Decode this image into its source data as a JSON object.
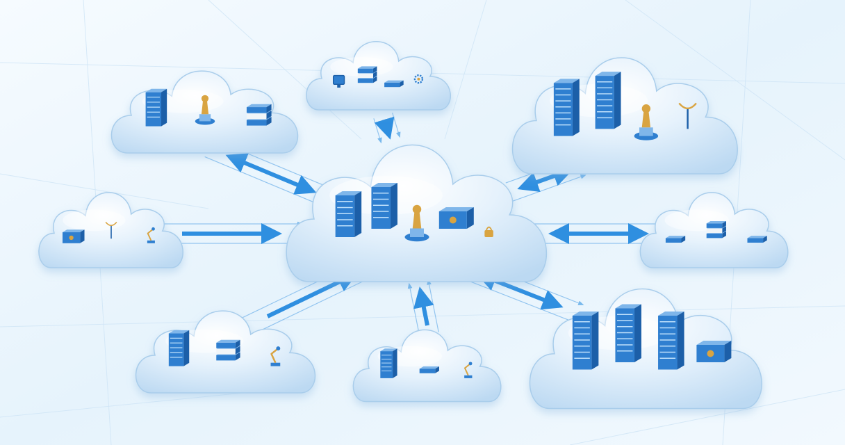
{
  "diagram": {
    "topology": "hub-and-spoke",
    "colors": {
      "background_light": "#f4fafe",
      "background_mid": "#e3f1fb",
      "cloud_fill": "#dcecfa",
      "cloud_edge": "#a9cdeb",
      "arrow": "#2f8fe0",
      "server_front": "#2f7fd0",
      "server_side": "#1c5fa8",
      "server_top": "#7fb6ea",
      "accent_gold": "#d9a441"
    },
    "hub": {
      "name": "central-cloud",
      "icons": [
        "server-rack-icon",
        "server-rack-icon",
        "chess-piece-icon",
        "firewall-box-icon",
        "padlock-icon"
      ]
    },
    "nodes": [
      {
        "name": "cloud-top-left",
        "icons": [
          "server-rack-icon",
          "chess-piece-icon",
          "server-stack-icon"
        ]
      },
      {
        "name": "cloud-top-center",
        "icons": [
          "monitor-icon",
          "server-stack-icon",
          "storage-box-icon",
          "gear-icon"
        ]
      },
      {
        "name": "cloud-top-right",
        "icons": [
          "server-tower-icon",
          "server-tower-icon",
          "lighthouse-icon",
          "satellite-dish-icon"
        ]
      },
      {
        "name": "cloud-middle-left",
        "icons": [
          "router-icon",
          "antenna-icon",
          "lamp-icon"
        ]
      },
      {
        "name": "cloud-middle-right",
        "icons": [
          "storage-box-icon",
          "server-stack-icon",
          "storage-box-icon"
        ]
      },
      {
        "name": "cloud-bottom-left",
        "icons": [
          "server-rack-icon",
          "server-stack-icon",
          "robot-arm-icon"
        ]
      },
      {
        "name": "cloud-bottom-center",
        "icons": [
          "server-rack-icon",
          "storage-box-icon",
          "robot-arm-icon"
        ]
      },
      {
        "name": "cloud-bottom-right",
        "icons": [
          "server-tower-icon",
          "server-tower-icon",
          "server-tower-icon",
          "network-switch-icon"
        ]
      }
    ],
    "links": [
      {
        "from": "cloud-top-left",
        "to": "central-cloud",
        "direction": "bidirectional"
      },
      {
        "from": "cloud-top-center",
        "to": "central-cloud",
        "direction": "to-hub"
      },
      {
        "from": "central-cloud",
        "to": "cloud-top-right",
        "direction": "bidirectional"
      },
      {
        "from": "cloud-middle-left",
        "to": "central-cloud",
        "direction": "to-hub"
      },
      {
        "from": "central-cloud",
        "to": "cloud-middle-right",
        "direction": "bidirectional"
      },
      {
        "from": "cloud-bottom-left",
        "to": "central-cloud",
        "direction": "to-hub"
      },
      {
        "from": "cloud-bottom-center",
        "to": "central-cloud",
        "direction": "to-hub"
      },
      {
        "from": "central-cloud",
        "to": "cloud-bottom-right",
        "direction": "bidirectional"
      }
    ]
  }
}
